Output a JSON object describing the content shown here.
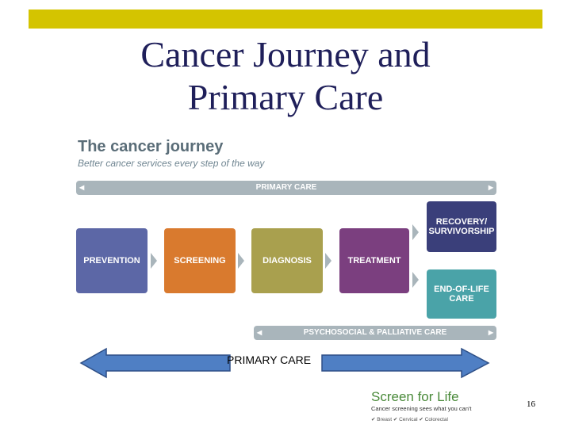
{
  "slide": {
    "title_line1": "Cancer Journey and",
    "title_line2": "Primary Care",
    "page_number": "16"
  },
  "diagram": {
    "heading": "The cancer journey",
    "subheading": "Better cancer services every step of the way",
    "top_bar": "PRIMARY CARE",
    "bottom_bar": "PSYCHOSOCIAL & PALLIATIVE CARE",
    "steps": [
      {
        "label": "PREVENTION",
        "color": "#5c67a6"
      },
      {
        "label": "SCREENING",
        "color": "#d97a2e"
      },
      {
        "label": "DIAGNOSIS",
        "color": "#a9a04e"
      },
      {
        "label": "TREATMENT",
        "color": "#7b3f7f"
      }
    ],
    "outcomes": [
      {
        "label": "RECOVERY/ SURVIVORSHIP",
        "color": "#3a3f7a"
      },
      {
        "label": "END-OF-LIFE CARE",
        "color": "#4aa3a8"
      }
    ]
  },
  "primary_care_arrow": {
    "label": "PRIMARY CARE",
    "color": "#4f7fc4"
  },
  "logo": {
    "brand_text": "Screen for Life",
    "tagline": "Cancer screening sees what you can't",
    "items": [
      "Breast",
      "Cervical",
      "Colorectal"
    ],
    "brand_color": "#4a8a3a"
  }
}
